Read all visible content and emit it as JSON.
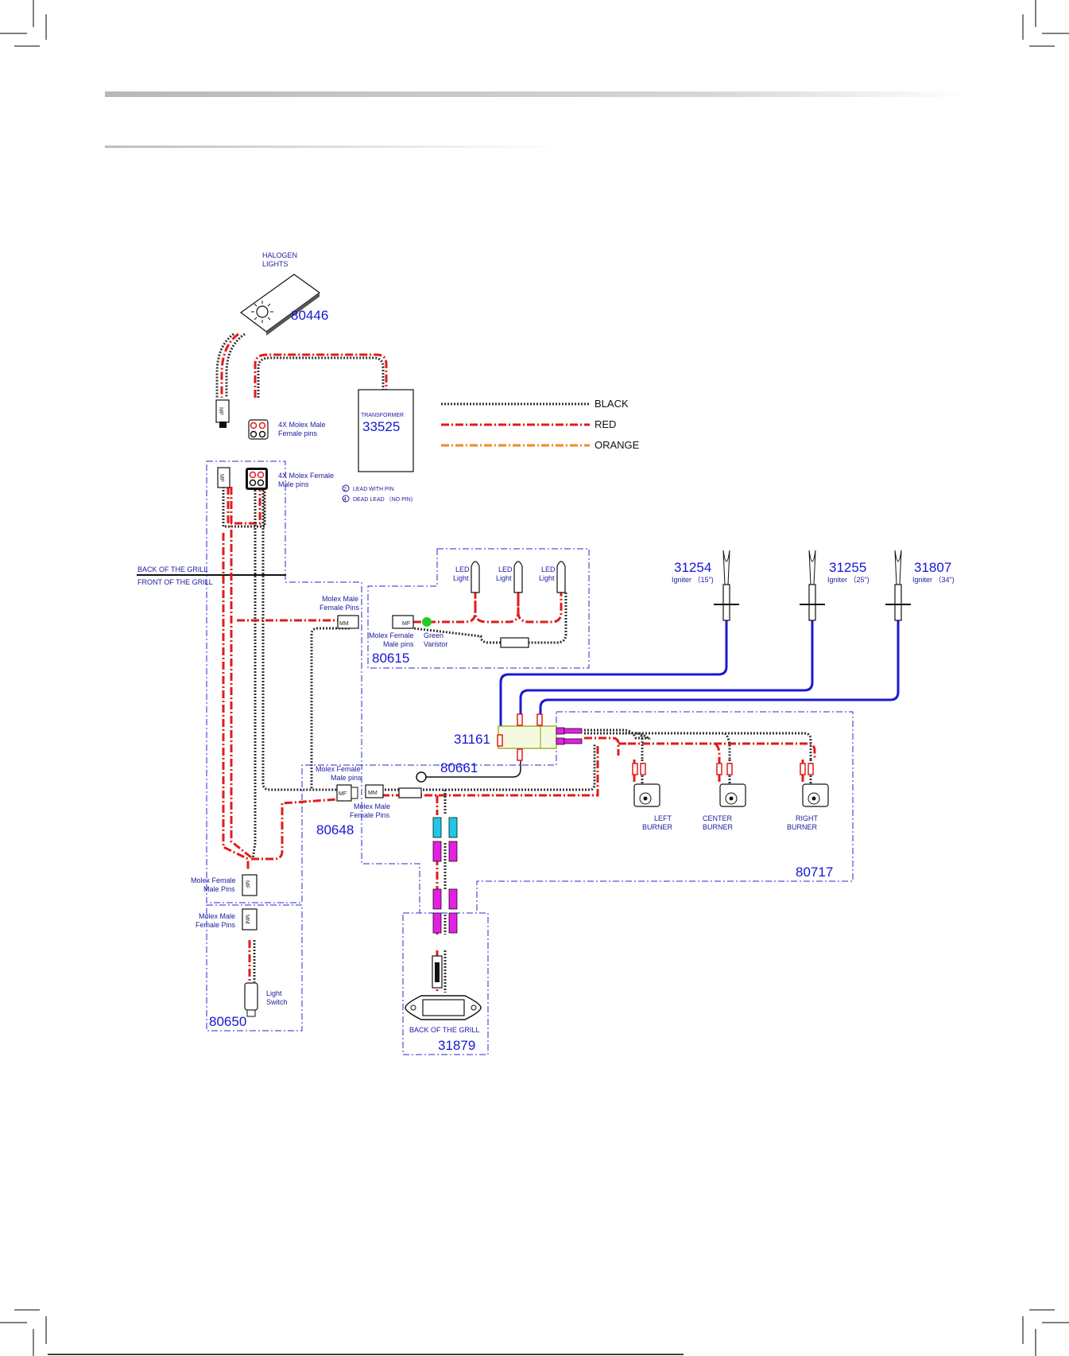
{
  "legend": {
    "black": "BLACK",
    "red": "RED",
    "orange": "ORANGE",
    "lead_with_pin": "LEAD WITH PIN",
    "dead_lead": "DEAD LEAD （NO PIN)",
    "lead_with_pin_mark": "2",
    "dead_lead_mark": "4"
  },
  "colors": {
    "black_wire": "#333333",
    "red_wire": "#e21b1b",
    "orange_wire": "#f08a24",
    "blue_wire": "#1a1ad0",
    "label_blue": "#1515d4",
    "pink_connector": "#e61ee6",
    "cyan_connector": "#1ec8e6",
    "varistor_green": "#22cc22"
  },
  "parts": {
    "halogen_lights": [
      "HALOGEN",
      "LIGHTS"
    ],
    "halogen_num": "80446",
    "transformer_label": "TRANSFORMER",
    "transformer_num": "33525",
    "molex_male_female_pins": [
      "4X Molex Male",
      "Female pins"
    ],
    "molex_female_male_pins": [
      "4X Molex Female",
      "Male pins"
    ],
    "back_of_grill": "BACK OF THE GRILL",
    "front_of_grill": "FRONT OF THE GRILL",
    "molex_male_female_pins_b": [
      "Molex Male",
      "Female Pins"
    ],
    "led_light": [
      "LED",
      "Light"
    ],
    "molex_female_male_pins_b": [
      "Molex Female",
      "Male pins"
    ],
    "green_varistor": [
      "Green",
      "Varistor"
    ],
    "led_num": "80615",
    "igniter_1_num": "31254",
    "igniter_1_label": "Igniter （15\")",
    "igniter_2_num": "31255",
    "igniter_2_label": "Igniter （25\")",
    "igniter_3_num": "31807",
    "igniter_3_label": "Igniter （34\")",
    "module_num": "31161",
    "ground_num": "80661",
    "molex_female_male_pins_c": [
      "Molex Female",
      "Male pins"
    ],
    "molex_male_female_pins_c": [
      "Molex Male",
      "Female Pins"
    ],
    "harness_num": "80648",
    "left_burner": [
      "LEFT",
      "BURNER"
    ],
    "center_burner": [
      "CENTER",
      "BURNER"
    ],
    "right_burner": [
      "RIGHT",
      "BURNER"
    ],
    "burner_num": "80717",
    "molex_female_male_pins_d": [
      "Molex Female",
      "Male Pins"
    ],
    "molex_male_female_pins_d": [
      "Molex Male",
      "Female Pins"
    ],
    "light_switch": [
      "Light",
      "Switch"
    ],
    "switch_num": "80650",
    "back_of_grill_b": "BACK OF THE GRILL",
    "battery_num": "31879",
    "mf": "MF",
    "mm": "MM"
  }
}
